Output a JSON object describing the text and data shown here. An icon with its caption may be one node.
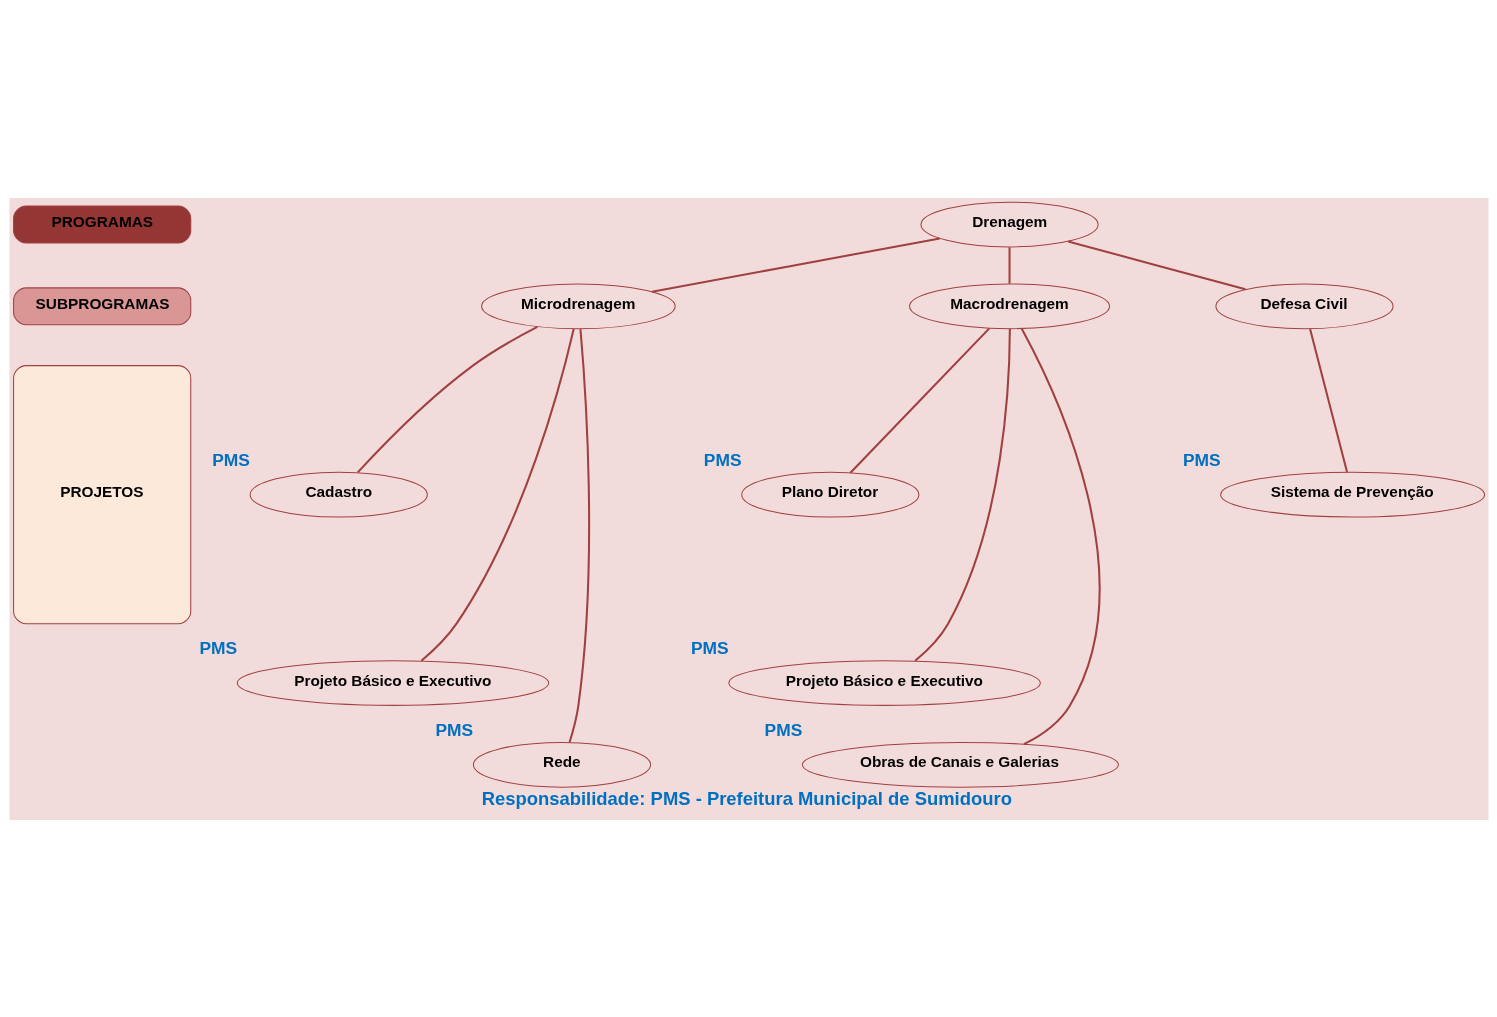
{
  "diagram": {
    "caption": "Responsabilidade: PMS - Prefeitura Municipal de Sumidouro",
    "nodes": [
      {
        "text": [
          "PROGRAMAS"
        ]
      },
      {
        "text": [
          "SUBPROGRAMAS"
        ]
      },
      {
        "text": [
          "PROJETOS"
        ]
      },
      {
        "text": [
          "Drenagem"
        ]
      },
      {
        "text": [
          "Microdrenagem"
        ]
      },
      {
        "text": [
          "Macrodrenagem"
        ]
      },
      {
        "text": [
          "Defesa Civil"
        ]
      },
      {
        "text": [
          "Cadastro"
        ],
        "beside": [
          "PMS"
        ]
      },
      {
        "text": [
          "Projeto Básico e Executivo"
        ],
        "beside": [
          "PMS"
        ]
      },
      {
        "text": [
          "Rede"
        ],
        "beside": [
          "PMS"
        ]
      },
      {
        "text": [
          "Plano Diretor"
        ],
        "beside": [
          "PMS"
        ]
      },
      {
        "text": [
          "Projeto Básico e Executivo"
        ],
        "beside": [
          "PMS"
        ]
      },
      {
        "text": [
          "Obras de Canais e Galerias"
        ],
        "beside": [
          "PMS"
        ]
      },
      {
        "text": [
          "Sistema de Prevenção"
        ],
        "beside": [
          "PMS"
        ]
      }
    ],
    "edges": [
      {
        "from": 3,
        "to": 4,
        "arrow": "none"
      },
      {
        "from": 3,
        "to": 5,
        "arrow": "none"
      },
      {
        "from": 3,
        "to": 6,
        "arrow": "none"
      },
      {
        "from": 4,
        "to": 7,
        "arrow": "none"
      },
      {
        "from": 4,
        "to": 8,
        "arrow": "none"
      },
      {
        "from": 4,
        "to": 9,
        "arrow": "none"
      },
      {
        "from": 5,
        "to": 10,
        "arrow": "none"
      },
      {
        "from": 5,
        "to": 11,
        "arrow": "none"
      },
      {
        "from": 5,
        "to": 12,
        "arrow": "none"
      },
      {
        "from": 6,
        "to": 13,
        "arrow": "none"
      }
    ]
  }
}
